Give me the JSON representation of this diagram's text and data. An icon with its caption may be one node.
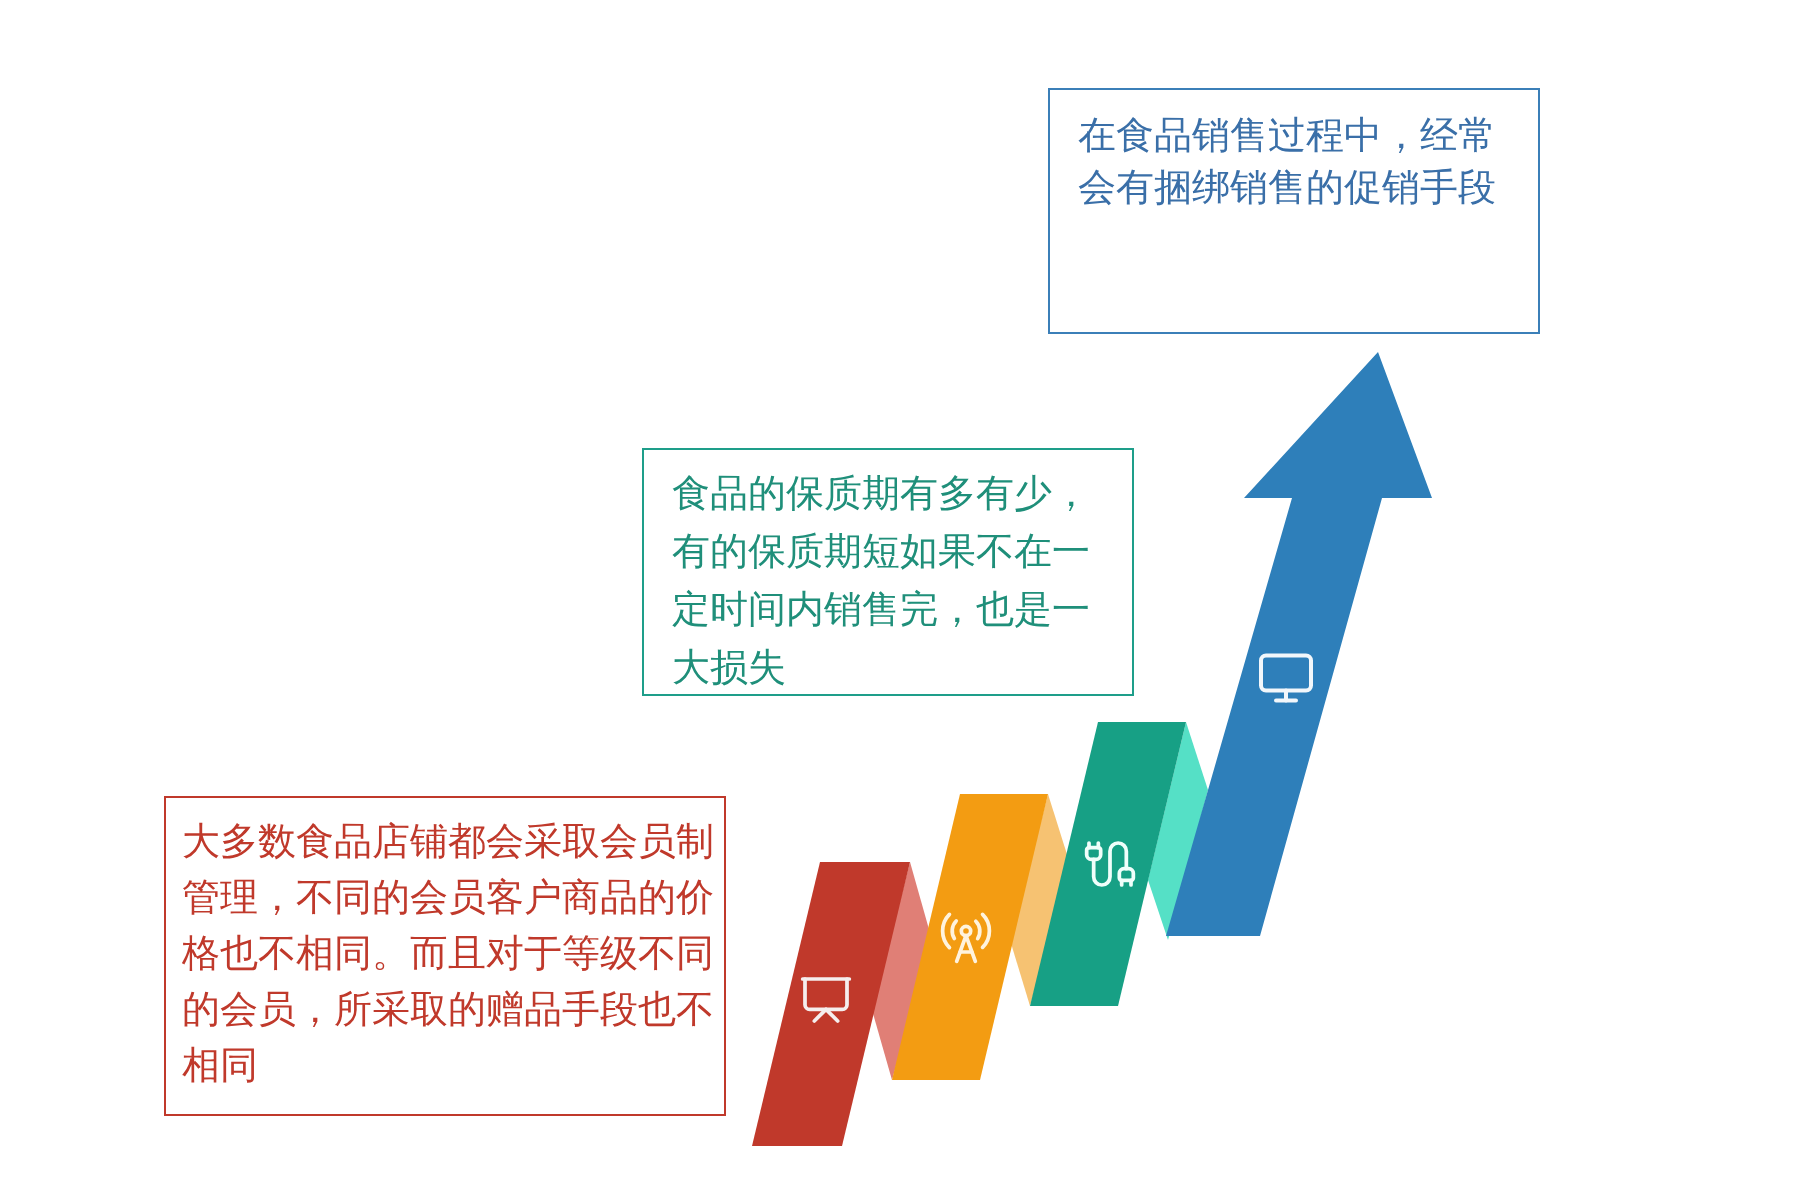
{
  "diagram": {
    "nodes": [
      {
        "text": [
          "在食品销售过程中，经常会有捆绑销售的促销手段"
        ]
      },
      {
        "text": [
          "食品的保质期有多有少，有的保质期短如果不在一定时间内销售完，也是一大损失"
        ]
      },
      {
        "text": [
          "大多数食品店铺都会采取会员制管理，不同的会员客户商品的价格也不相同。而且对于等级不同的会员，所采取的赠品手段也不相同"
        ]
      }
    ]
  }
}
